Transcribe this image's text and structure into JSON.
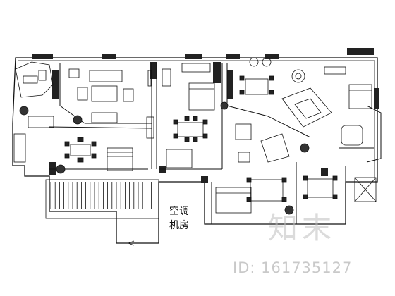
{
  "plan": {
    "room_label_line1": "空调",
    "room_label_line2": "机房"
  },
  "watermark": {
    "brand": "知末",
    "id_text": "ID: 161735127"
  },
  "colors": {
    "line": "#111111",
    "wall": "#222222",
    "background": "#ffffff",
    "watermark": "#c9c9c9"
  }
}
